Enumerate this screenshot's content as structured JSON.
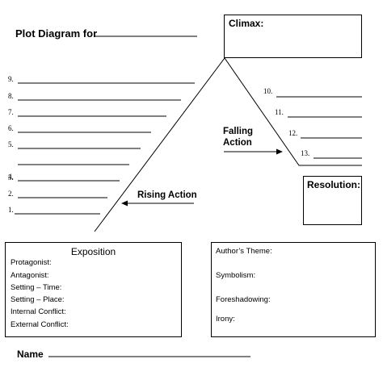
{
  "title": "Plot Diagram for",
  "climax": "Climax:",
  "falling_action": [
    "Falling",
    "Action"
  ],
  "rising_action": "Rising Action",
  "resolution": "Resolution:",
  "left_numbers": [
    "9.",
    "8.",
    "7.",
    "6.",
    "5.",
    "4.",
    "3.",
    "2.",
    "1."
  ],
  "right_numbers": [
    "10.",
    "11.",
    "12.",
    "13."
  ],
  "exposition": {
    "heading": "Exposition",
    "items": [
      "Protagonist:",
      "Antagonist:",
      "Setting – Time:",
      "Setting – Place:",
      "Internal Conflict:",
      "External Conflict:"
    ]
  },
  "analysis": {
    "items": [
      "Author’s Theme:",
      "Symbolism:",
      "Foreshadowing:",
      "Irony:"
    ]
  },
  "name_label": "Name"
}
